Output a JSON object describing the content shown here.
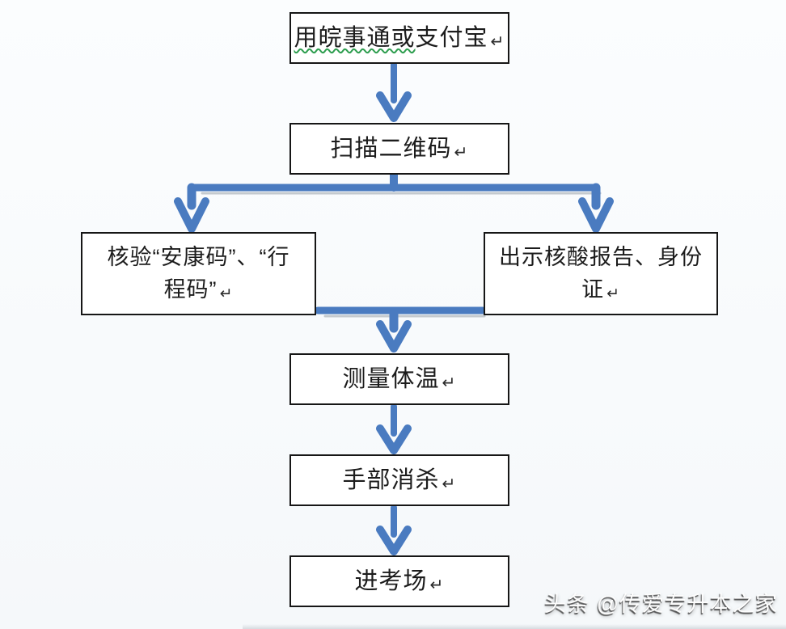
{
  "flowchart": {
    "return_mark": "↵",
    "nodes": [
      {
        "id": "app-select",
        "text": "用皖事通或支付宝",
        "underlined_part": "用皖事通或",
        "rest_part": "支付宝"
      },
      {
        "id": "scan-qr",
        "text": "扫描二维码"
      },
      {
        "id": "verify-codes",
        "text": "核验“安康码”、“行程码”",
        "line1": "核验“安康码”、“行",
        "line2": "程码”"
      },
      {
        "id": "show-report-id",
        "text": "出示核酸报告、身份证",
        "line1": "出示核酸报告、身份",
        "line2": "证"
      },
      {
        "id": "measure-temperature",
        "text": "测量体温"
      },
      {
        "id": "hand-sanitize",
        "text": "手部消杀"
      },
      {
        "id": "enter-exam-room",
        "text": "进考场"
      }
    ],
    "edges": [
      {
        "from": "用皖事通或支付宝",
        "to": "扫描二维码"
      },
      {
        "from": "扫描二维码",
        "to": "核验“安康码”、“行程码”"
      },
      {
        "from": "扫描二维码",
        "to": "出示核酸报告、身份证"
      },
      {
        "from": "核验“安康码”、“行程码”",
        "to": "测量体温"
      },
      {
        "from": "出示核酸报告、身份证",
        "to": "测量体温"
      },
      {
        "from": "测量体温",
        "to": "手部消杀"
      },
      {
        "from": "手部消杀",
        "to": "进考场"
      }
    ]
  },
  "watermark": {
    "platform": "头条",
    "handle": "@传爱专升本之家",
    "text": "头条 @传爱专升本之家"
  },
  "colors": {
    "arrow_blue": "#4a7bc0",
    "box_border": "#161616",
    "spellcheck_green": "#2e9e4f",
    "text": "#1c1c1c",
    "background": "#f8fafc"
  }
}
